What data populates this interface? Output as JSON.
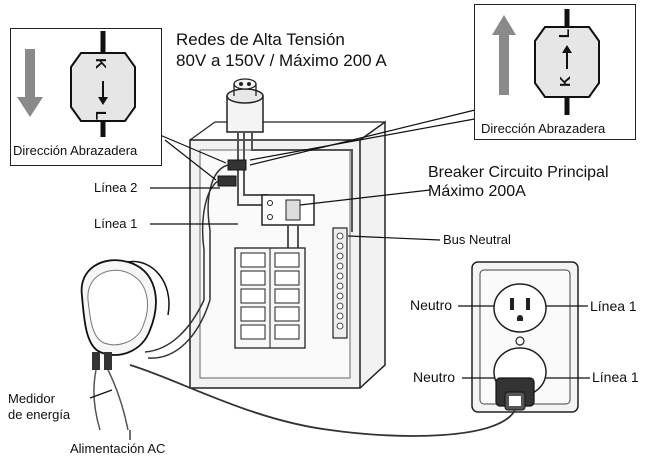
{
  "title": {
    "line1": "Redes de Alta Tensión",
    "line2": "80V a 150V / Máximo 200 A"
  },
  "callout_left": {
    "caption": "Dirección Abrazadera",
    "clamp_letters": [
      "K",
      "L"
    ],
    "arrow_direction": "down"
  },
  "callout_right": {
    "caption": "Dirección Abrazadera",
    "clamp_letters": [
      "L",
      "K"
    ],
    "arrow_direction": "up"
  },
  "breaker": {
    "line1": "Breaker Circuito Principal",
    "line2": "Máximo 200A"
  },
  "labels": {
    "line2": "Línea 2",
    "line1": "Línea 1",
    "bus_neutral": "Bus Neutral",
    "neutro_top": "Neutro",
    "neutro_bottom": "Neutro",
    "linea1_top": "Línea 1",
    "linea1_bottom": "Línea 1",
    "meter_line1": "Medidor",
    "meter_line2": "de energía",
    "ac_power": "Alimentación AC"
  }
}
